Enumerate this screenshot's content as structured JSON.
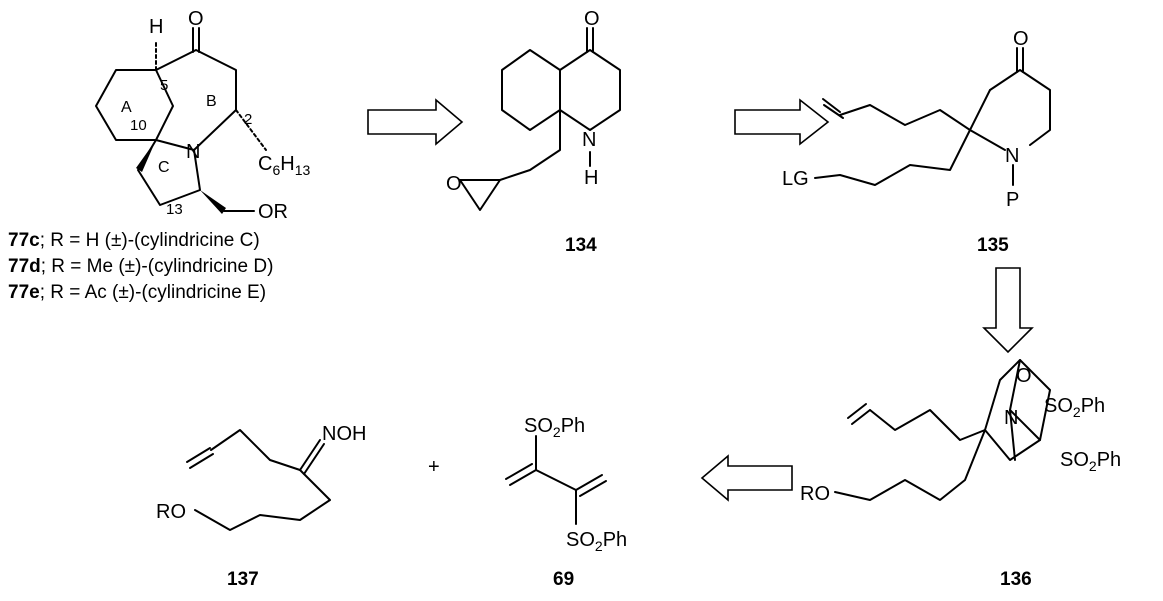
{
  "molecule_77": {
    "atoms": {
      "H": "H",
      "O": "O",
      "N": "N",
      "chain_c": "C",
      "chain_sub": "6",
      "chain_h": "H",
      "chain_sub2": "13",
      "or": "OR"
    },
    "ring_labels": {
      "A": "A",
      "B": "B",
      "C": "C"
    },
    "locants": {
      "n5": "5",
      "n2": "2",
      "n10": "10",
      "n13": "13"
    }
  },
  "captions": [
    {
      "id": "77c",
      "text": "; R = H (±)-(cylindricine C)"
    },
    {
      "id": "77d",
      "text": "; R = Me  (±)-(cylindricine D)"
    },
    {
      "id": "77e",
      "text": "; R = Ac  (±)-(cylindricine E)"
    }
  ],
  "molecule_134": {
    "label": "134",
    "atoms": {
      "O": "O",
      "epox_O": "O",
      "N": "N",
      "H": "H"
    }
  },
  "molecule_135": {
    "label": "135",
    "atoms": {
      "O": "O",
      "N": "N",
      "P": "P",
      "LG": "LG"
    }
  },
  "molecule_136": {
    "label": "136",
    "atoms": {
      "O": "O",
      "N": "N",
      "SO2Ph_top": "SO",
      "SO2Ph_right": "SO",
      "sub2": "2",
      "Ph": "Ph",
      "RO": "RO"
    }
  },
  "molecule_137": {
    "label": "137",
    "atoms": {
      "NOH": "NOH",
      "RO": "RO"
    }
  },
  "molecule_69": {
    "label": "69",
    "atoms": {
      "SO": "SO",
      "sub2": "2",
      "Ph": "Ph"
    }
  },
  "plus": "+",
  "arrows": [
    {
      "name": "retro-arrow-77-to-134",
      "direction": "right"
    },
    {
      "name": "retro-arrow-134-to-135",
      "direction": "right"
    },
    {
      "name": "retro-arrow-135-to-136",
      "direction": "down"
    },
    {
      "name": "retro-arrow-136-to-137",
      "direction": "left"
    }
  ]
}
